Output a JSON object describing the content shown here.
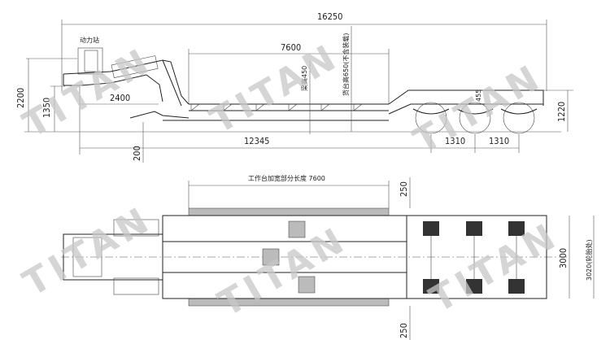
{
  "watermark": "TITAN",
  "side_view": {
    "overall_length": "16250",
    "deck_length": "7600",
    "power_station_label": "动力站",
    "beam_height_label": "梁高450",
    "deck_height_label": "货台高650(不含装载)",
    "gooseneck_length": "2400",
    "fifth_wheel_to_axle": "12345",
    "height_total": "2200",
    "height_gooseneck": "1350",
    "ground_clearance": "200",
    "axle_spacing_1": "1310",
    "axle_spacing_2": "1310",
    "rear_deck_height": "1220",
    "suspension_small": "455"
  },
  "top_view": {
    "widened_length_label": "工作台加宽部分长度 7600",
    "extension_top": "250",
    "extension_bottom": "250",
    "width": "3000",
    "tire_width_label": "3020(轮胎处)"
  }
}
